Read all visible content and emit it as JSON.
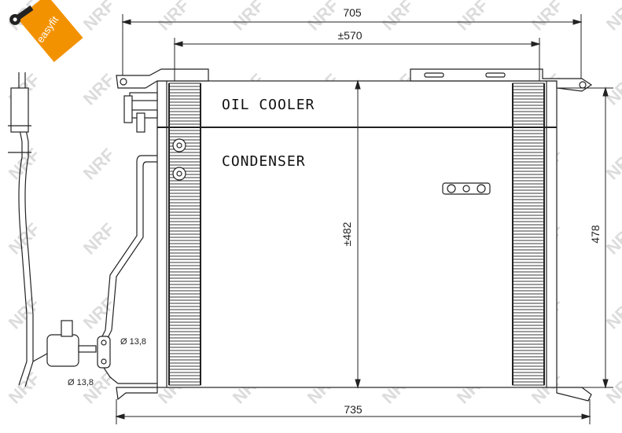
{
  "badge": {
    "text": "easyfit",
    "color": "#f39200"
  },
  "watermark": {
    "text": "NRF"
  },
  "labels": {
    "oil_cooler": "OIL COOLER",
    "condenser": "CONDENSER"
  },
  "dimensions": {
    "top_width": "705",
    "inner_width": "±570",
    "bottom_width": "735",
    "core_height": "±482",
    "total_height": "478",
    "pipe_diameter_1": "Ø 13,8",
    "pipe_diameter_2": "Ø 13,8"
  }
}
